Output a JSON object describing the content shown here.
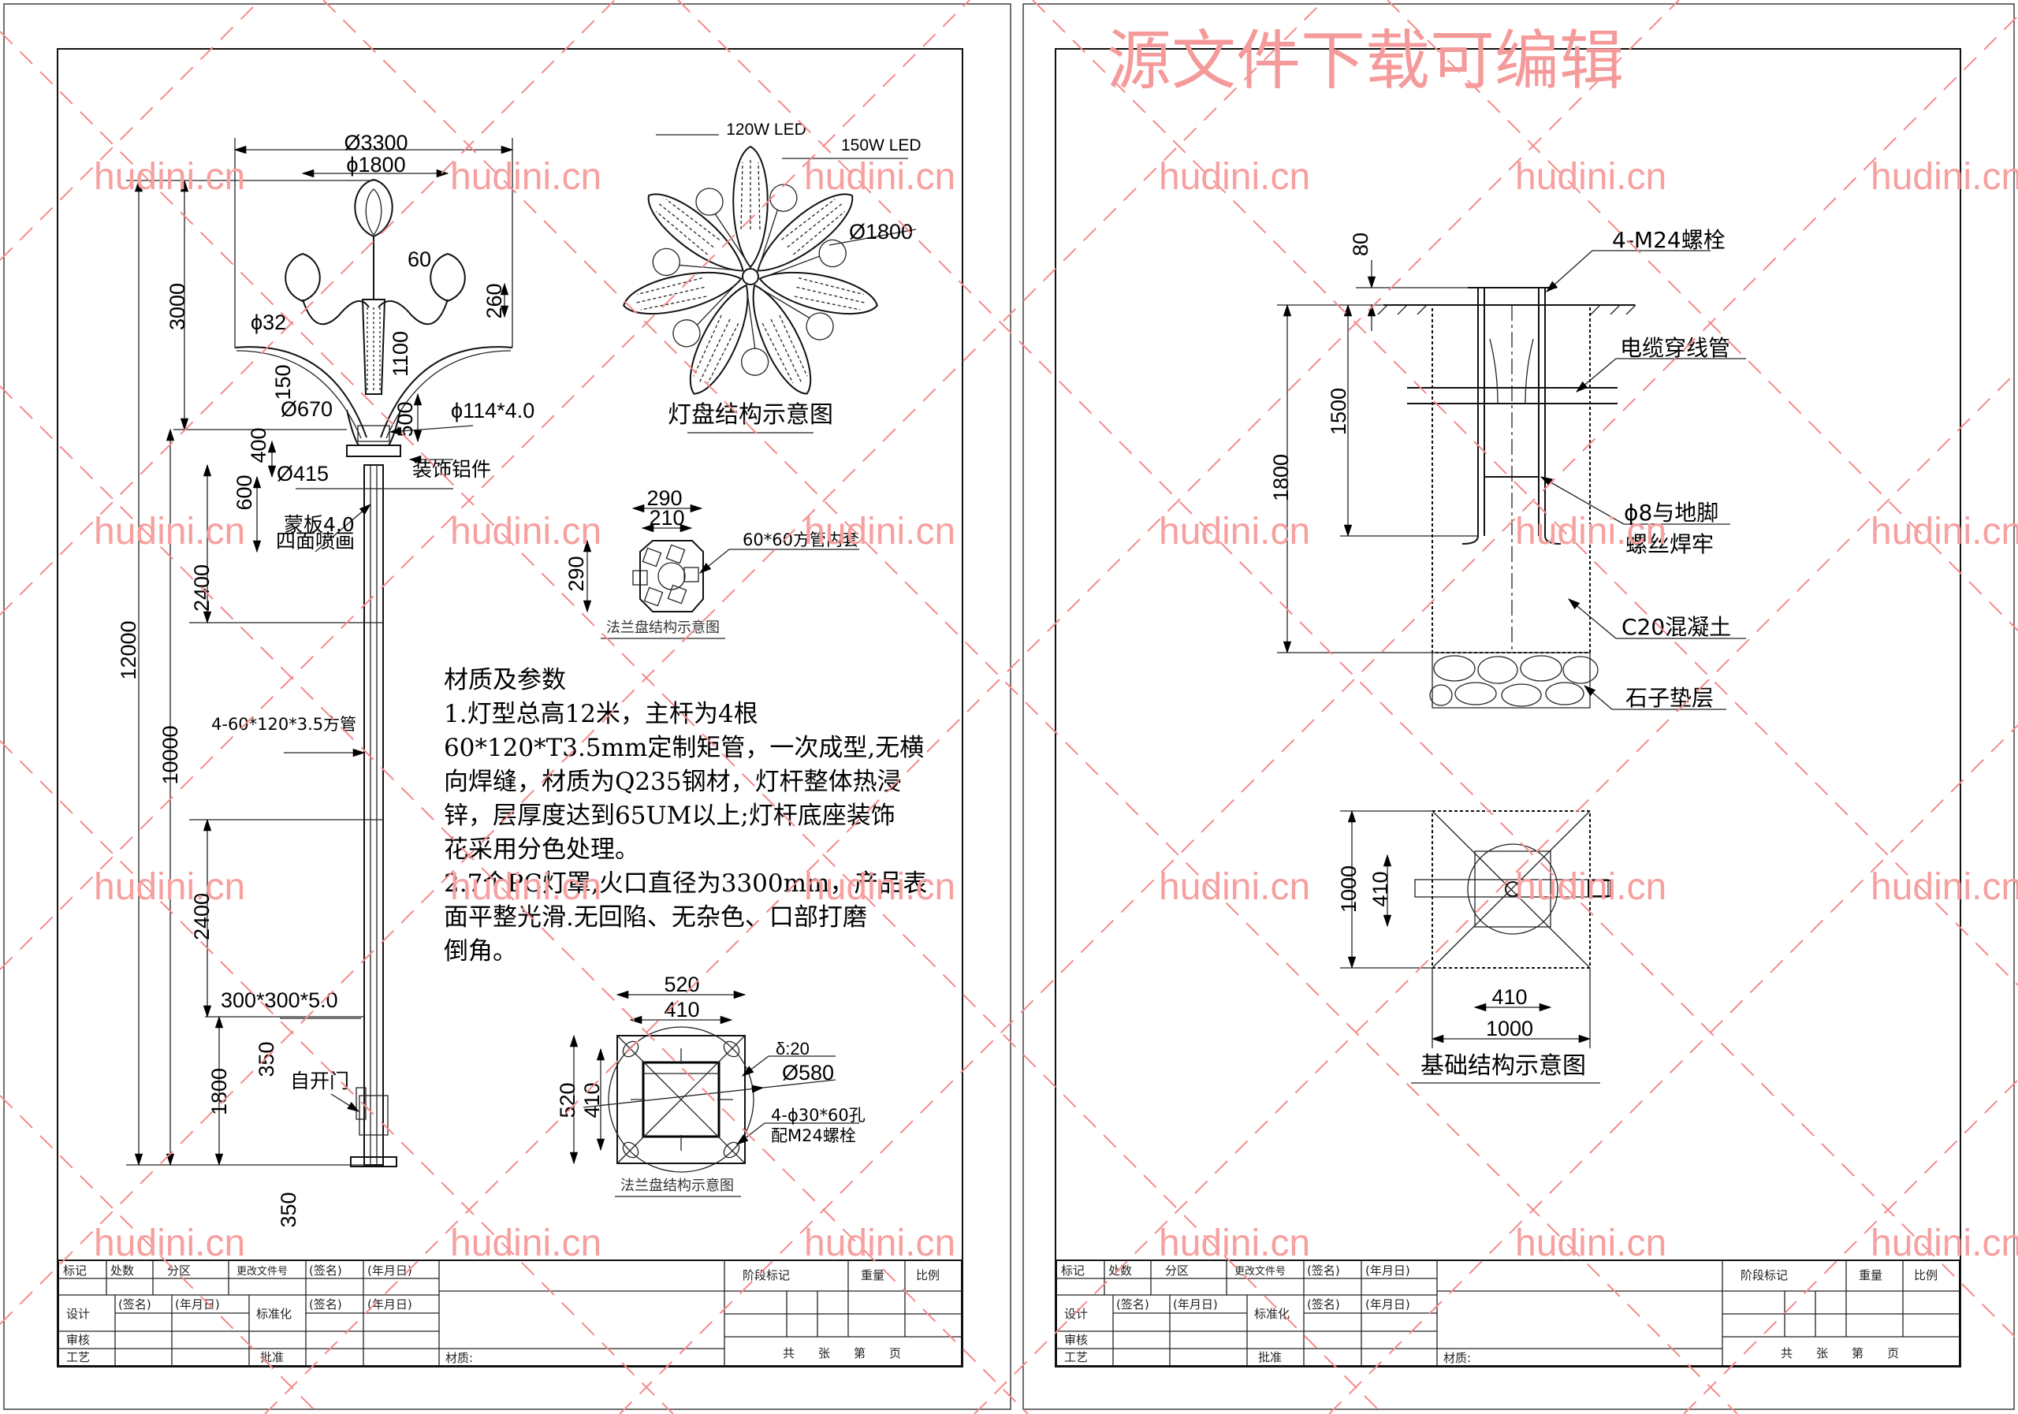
{
  "colors": {
    "line": "#111111",
    "watermark": "#f7a0a0",
    "diagonal": "#f48a8a"
  },
  "watermark": {
    "site": "hudini.cn",
    "banner": "源文件下载可编辑"
  },
  "elevation": {
    "d3300": "Ø3300",
    "d1800": "ϕ1800",
    "w60": "60",
    "h260": "260",
    "d32": "ϕ32",
    "h3000": "3000",
    "h1100": "1100",
    "h150": "150",
    "d670": "Ø670",
    "h500": "500",
    "pipe": "ϕ114*4.0",
    "h400": "400",
    "d415": "Ø415",
    "deco": "装饰铝件",
    "h600": "600",
    "panel1": "蒙板4.0",
    "panel2": "四面喷画",
    "h12000": "12000",
    "h2400a": "2400",
    "h10000": "10000",
    "tube": "4-60*120*3.5方管",
    "h2400b": "2400",
    "base": "300*300*5.0",
    "h350a": "350",
    "door": "自开门",
    "h1800": "1800",
    "h350b": "350"
  },
  "lamp_disk": {
    "led120": "120W LED",
    "led150": "150W LED",
    "d1800": "Ø1800",
    "caption": "灯盘结构示意图"
  },
  "flange_top": {
    "w290": "290",
    "w210": "210",
    "h290": "290",
    "note": "60*60方管内套",
    "caption": "法兰盘结构示意图"
  },
  "spec": {
    "title": "材质及参数",
    "lines": [
      "1.灯型总高12米，主杆为4根",
      "60*120*T3.5mm定制矩管，一次成型,无横",
      "向焊缝，材质为Q235钢材，灯杆整体热浸",
      "锌，层厚度达到65UM以上;灯杆底座装饰",
      "花采用分色处理。",
      "2.7个PC灯罩,火口直径为3300mm，产品表",
      "面平整光滑.无回陷、无杂色、口部打磨",
      "倒角。"
    ]
  },
  "flange_base": {
    "w520": "520",
    "w410": "410",
    "thick": "δ:20",
    "d580": "Ø580",
    "h520": "520",
    "h410": "410",
    "holes": "4-ϕ30*60孔",
    "bolts": "配M24螺栓",
    "caption": "法兰盘结构示意图"
  },
  "foundation": {
    "h80": "80",
    "bolts": "4-M24螺栓",
    "conduit": "电缆穿线管",
    "h1500": "1500",
    "h1800": "1800",
    "weld1": "ϕ8与地脚",
    "weld2": "螺丝焊牢",
    "concrete": "C20混凝土",
    "gravel": "石子垫层"
  },
  "foundation_plan": {
    "h1000": "1000",
    "h410": "410",
    "w410": "410",
    "w1000": "1000",
    "caption": "基础结构示意图"
  },
  "title_block": {
    "mark": "标记",
    "count": "处数",
    "zone": "分区",
    "change_doc": "更改文件号",
    "sign": "(签名)",
    "date": "(年月日)",
    "design": "设计",
    "standardize": "标准化",
    "review": "审核",
    "process": "工艺",
    "approve": "批准",
    "material": "材质:",
    "stage_mark": "阶段标记",
    "weight": "重量",
    "scale": "比例",
    "sheets": "共　　张　　第　　页"
  }
}
